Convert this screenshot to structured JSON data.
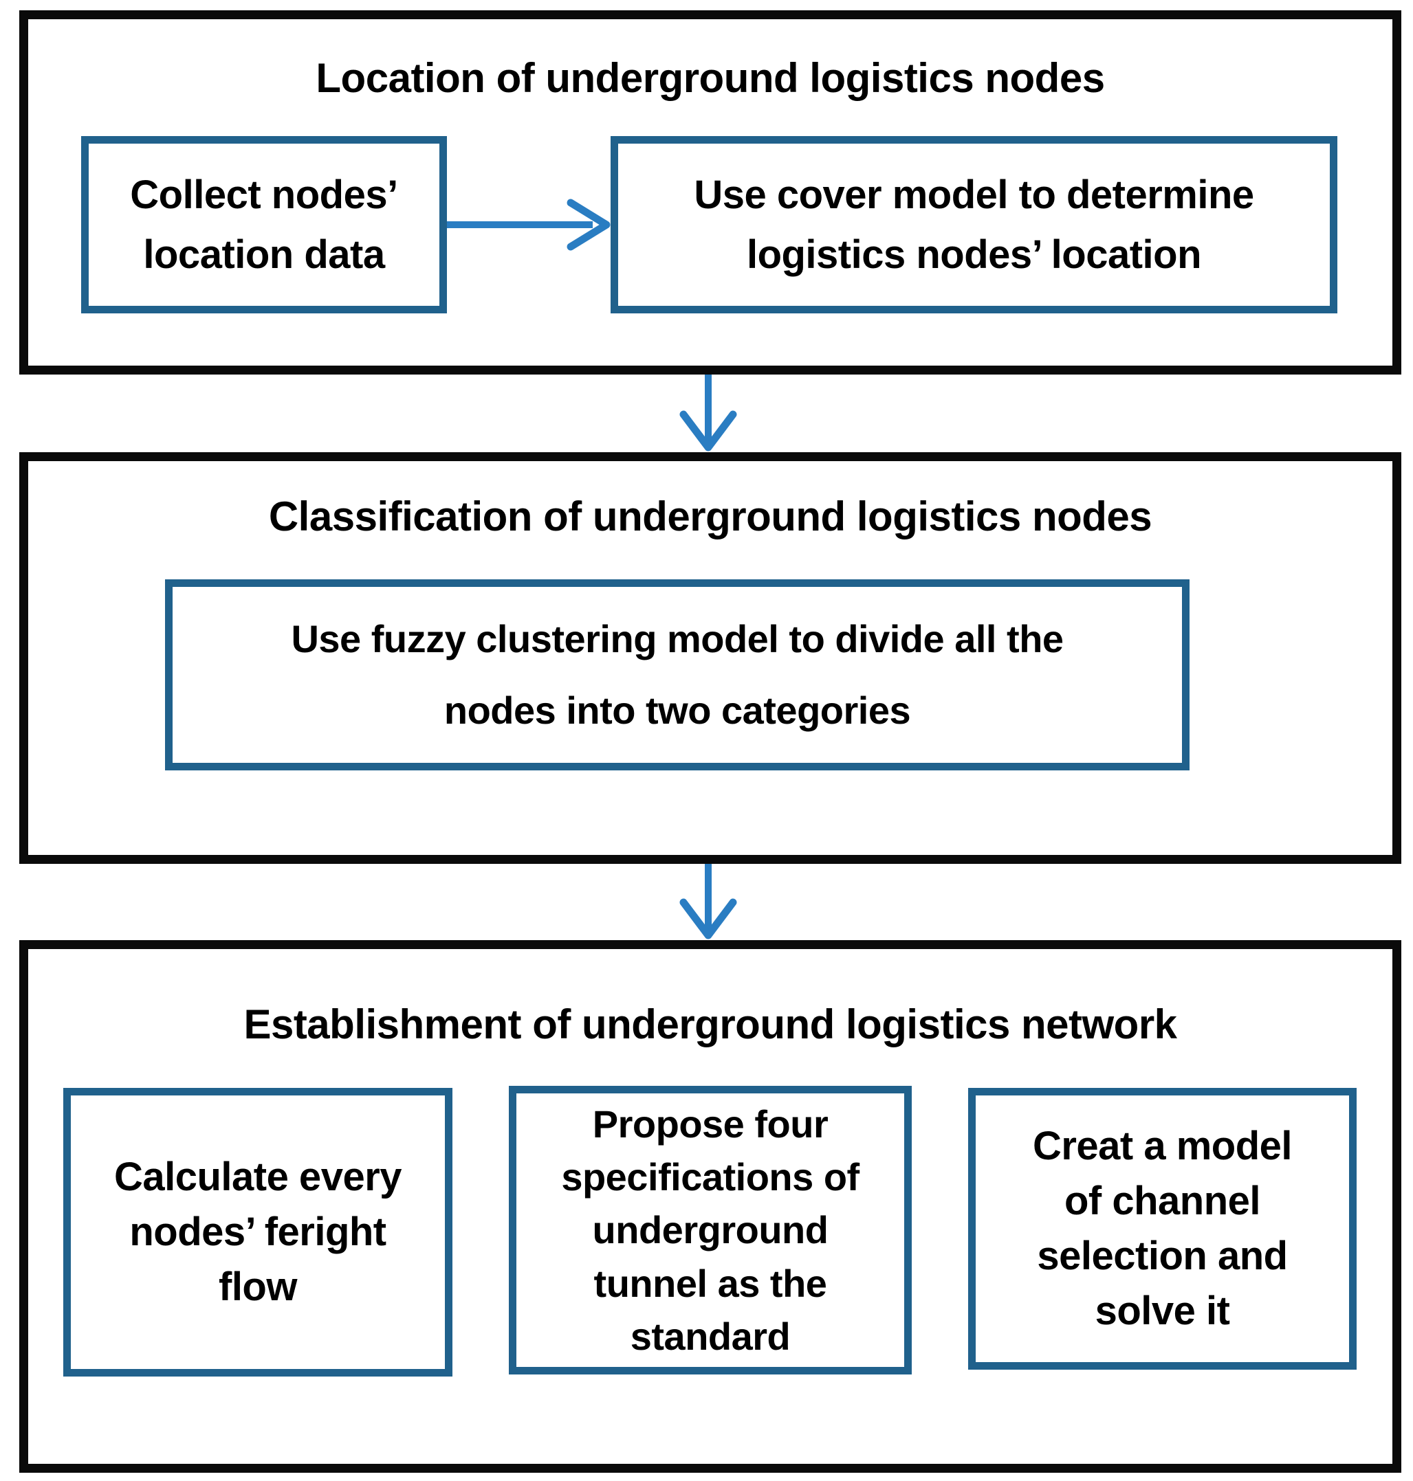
{
  "flowchart": {
    "background_color": "#ffffff",
    "frame_color": "#0a0a0a",
    "node_border_color": "#20618c",
    "arrow_color": "#2a7dc2",
    "text_color": "#000000",
    "sections": [
      {
        "title": "Location of underground logistics nodes",
        "boxes": [
          {
            "text": "Collect nodes’\nlocation data"
          },
          {
            "text": "Use cover model to determine\nlogistics nodes’ location"
          }
        ]
      },
      {
        "title": "Classification of underground logistics nodes",
        "boxes": [
          {
            "text": "Use fuzzy clustering model to divide all the\nnodes into two categories"
          }
        ]
      },
      {
        "title": "Establishment of underground logistics network",
        "boxes": [
          {
            "text": "Calculate every\nnodes’ feright\nflow"
          },
          {
            "text": "Propose four\nspecifications of\nunderground\ntunnel as the\nstandard"
          },
          {
            "text": "Creat a model\nof channel\nselection and\nsolve it"
          }
        ]
      }
    ],
    "connectors": [
      {
        "type": "arrow-right",
        "from": "Collect nodes’ location data",
        "to": "Use cover model to determine logistics nodes’ location"
      },
      {
        "type": "arrow-down",
        "from": "Location of underground logistics nodes",
        "to": "Classification of underground logistics nodes"
      },
      {
        "type": "arrow-down",
        "from": "Classification of underground logistics nodes",
        "to": "Establishment of underground logistics network"
      }
    ]
  }
}
